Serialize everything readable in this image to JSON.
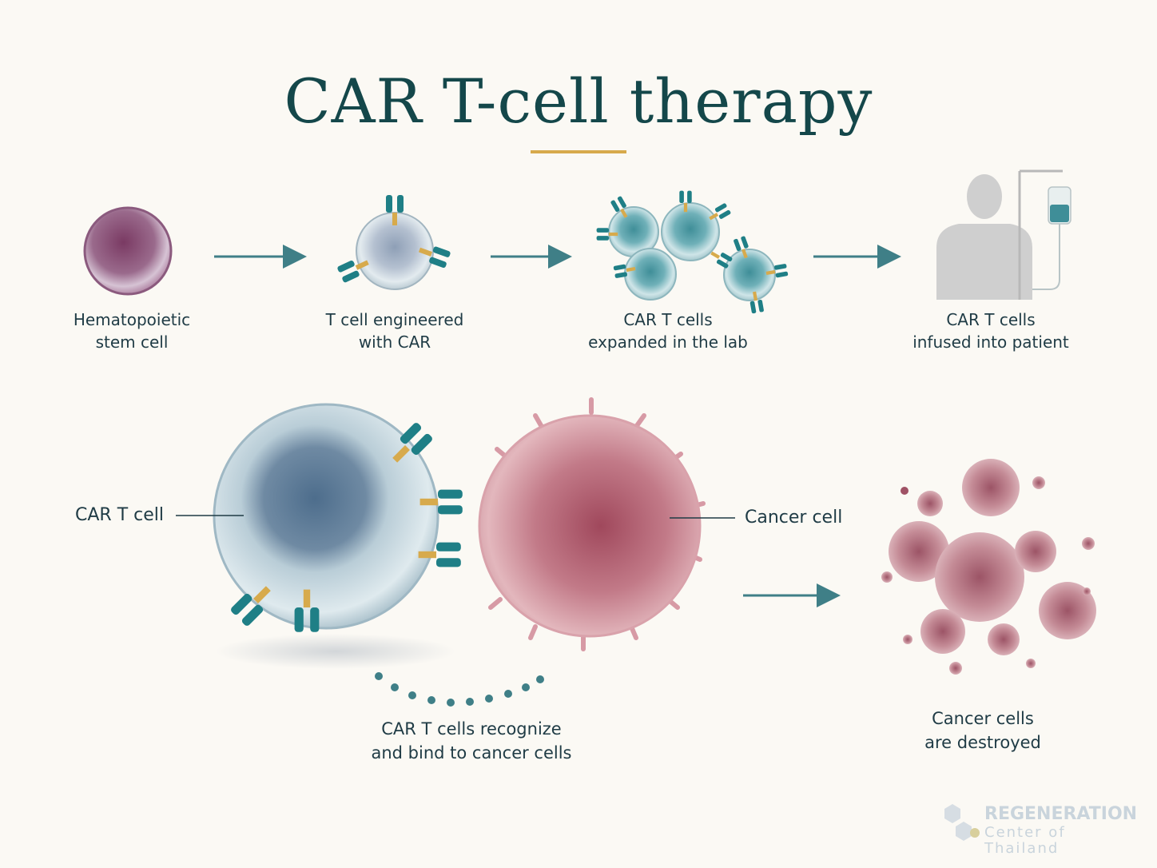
{
  "title": "CAR T-cell therapy",
  "steps": [
    {
      "line1": "Hematopoietic",
      "line2": "stem cell"
    },
    {
      "line1": "T cell engineered",
      "line2": "with CAR"
    },
    {
      "line1": "CAR T cells",
      "line2": "expanded in the lab"
    },
    {
      "line1": "CAR T cells",
      "line2": "infused into patient"
    }
  ],
  "bottom": {
    "car_t_label": "CAR T cell",
    "cancer_label": "Cancer cell",
    "bind_line1": "CAR T cells recognize",
    "bind_line2": "and bind to cancer cells",
    "destroyed_line1": "Cancer cells",
    "destroyed_line2": "are destroyed"
  },
  "brand": {
    "line1": "REGENERATION",
    "line2": "Center of Thailand"
  },
  "colors": {
    "title": "#14474a",
    "accent": "#d7aa4c",
    "arrow": "#3f7f87",
    "receptor": "#1f7f86",
    "stem_cell": "#7d4a6c",
    "t_cell": "#a9c4cf",
    "cancer_cell": "#c98590"
  }
}
